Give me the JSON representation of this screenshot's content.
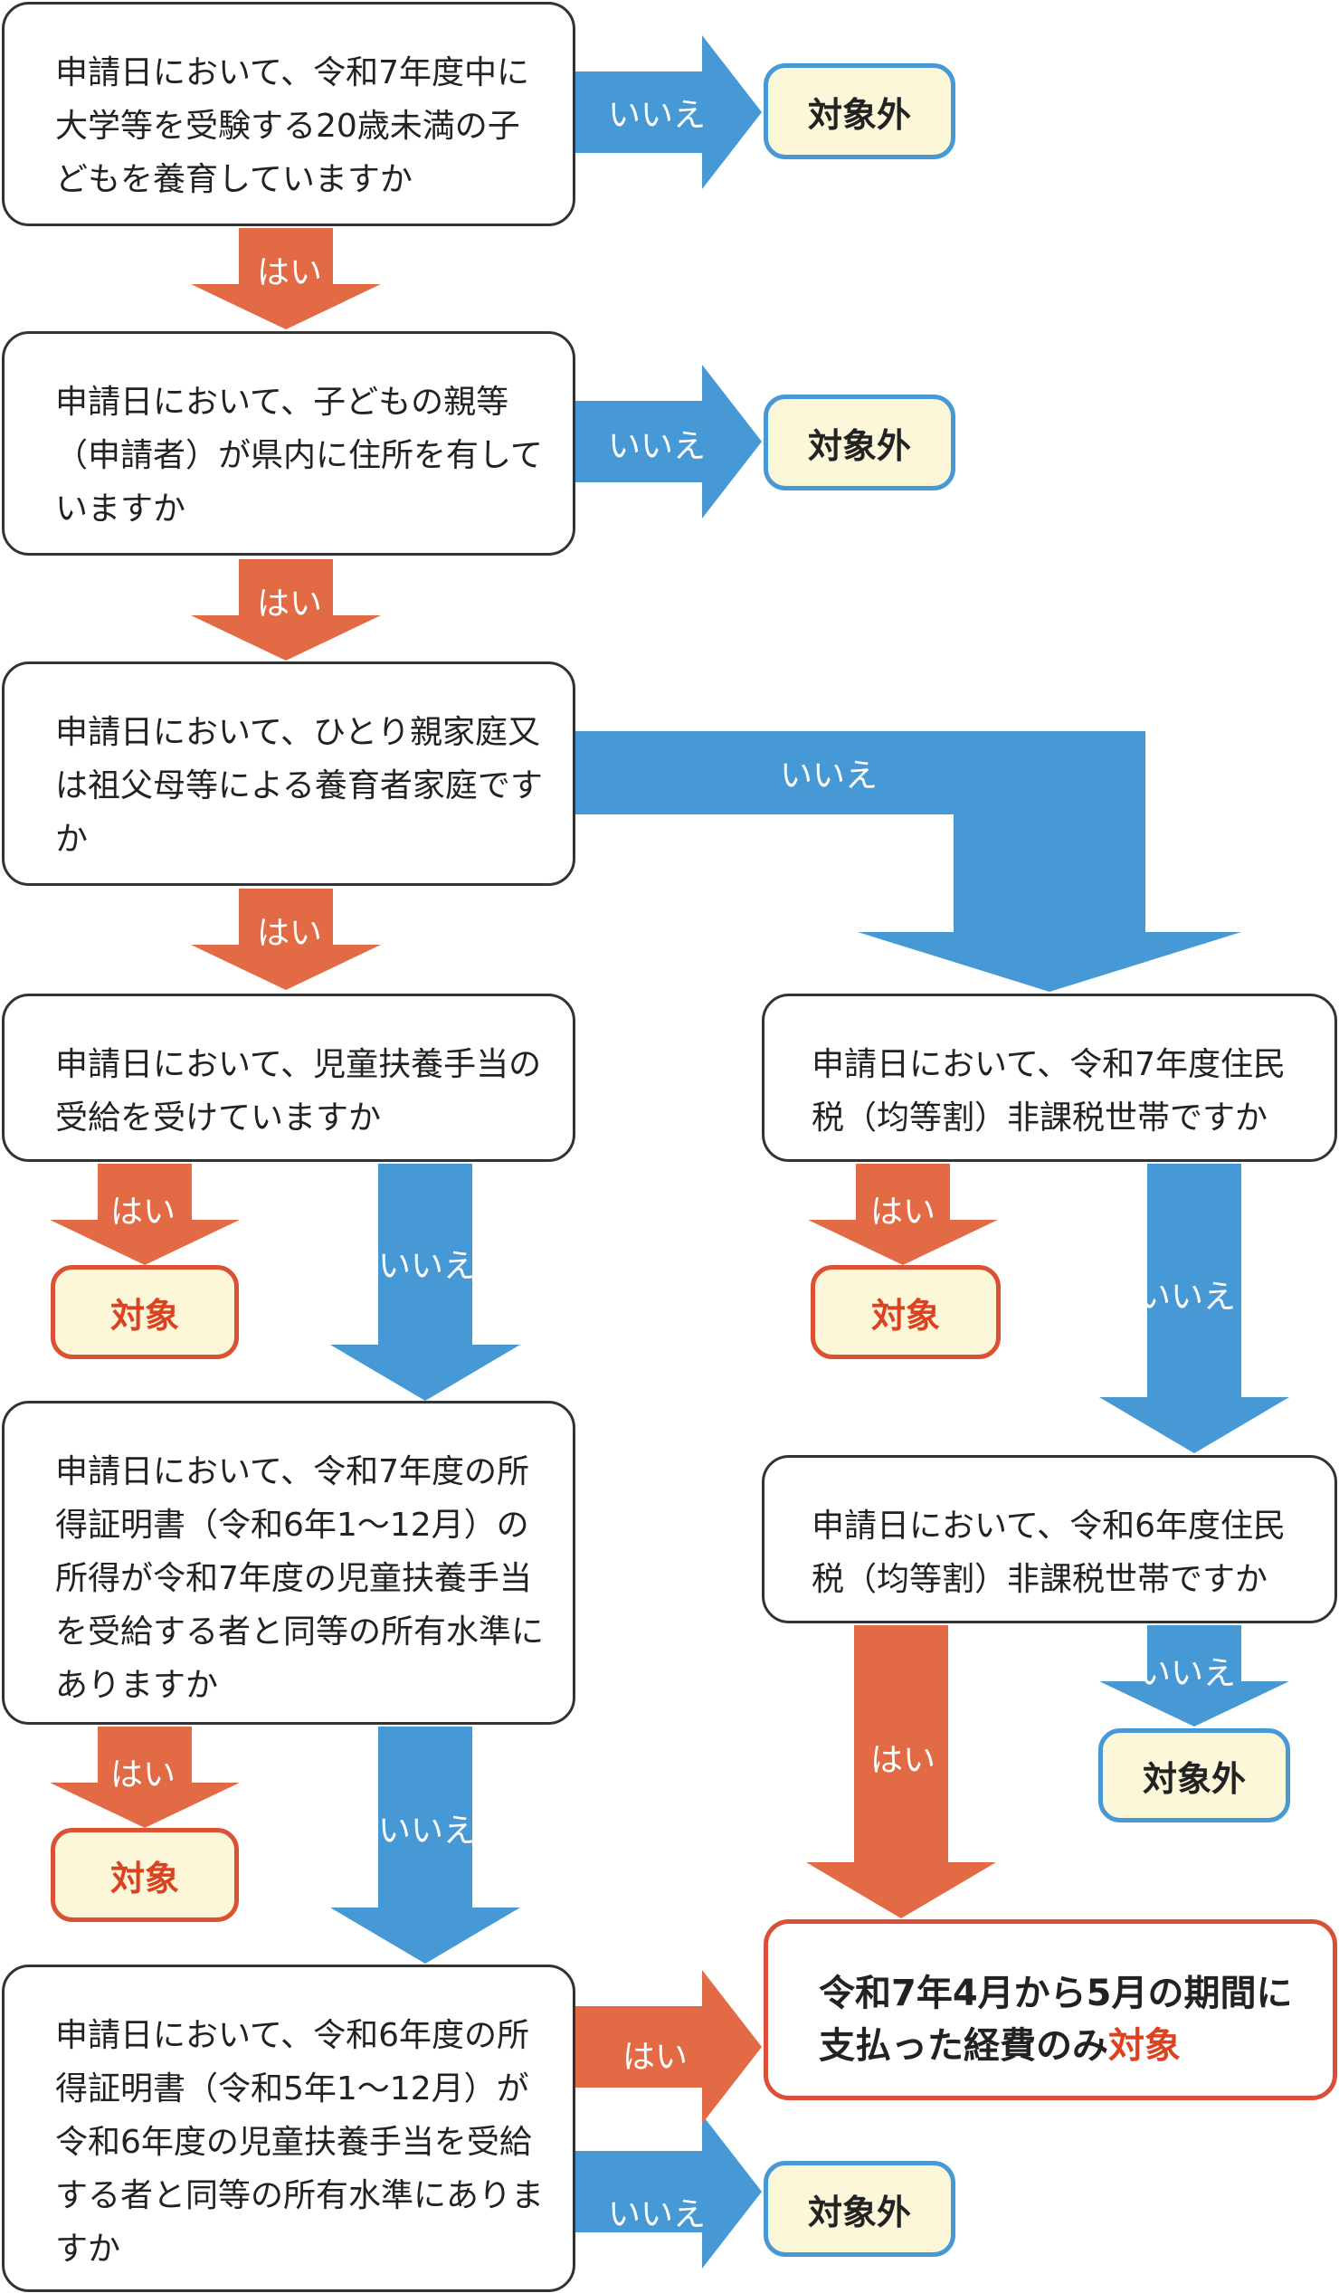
{
  "colors": {
    "arrow_no": "#4699d4",
    "arrow_yes": "#e26a45",
    "outline_out": "#4699d4",
    "outline_in": "#da5233",
    "result_fill": "#fdf7da",
    "highlight": "#da4220"
  },
  "labels": {
    "yes": "はい",
    "no": "いいえ"
  },
  "results": {
    "excluded": "対象外",
    "eligible": "対象"
  },
  "questions": {
    "q1": "申請日において、令和7年度中に大学等を受験する20歳未満の子どもを養育していますか",
    "q2": "申請日において、子どもの親等（申請者）が県内に住所を有していますか",
    "q3": "申請日において、ひとり親家庭又は祖父母等による養育者家庭ですか",
    "q4": "申請日において、児童扶養手当の受給を受けていますか",
    "q5": "申請日において、令和7年度の所得証明書（令和6年1～12月）の所得が令和7年度の児童扶養手当を受給する者と同等の所有水準にありますか",
    "q6": "申請日において、令和6年度の所得証明書（令和5年1～12月）が令和6年度の児童扶養手当を受給する者と同等の所有水準にありますか",
    "q7": "申請日において、令和7年度住民税（均等割）非課税世帯ですか",
    "q8": "申請日において、令和6年度住民税（均等割）非課税世帯ですか"
  },
  "final": {
    "text": "令和7年4月から5月の期間に支払った経費のみ",
    "highlight": "対象"
  }
}
